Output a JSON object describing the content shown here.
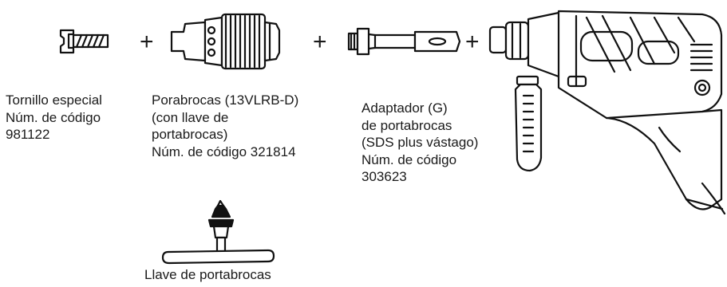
{
  "items": {
    "screw": {
      "name": "Tornillo especial",
      "code_label": "Núm. de código",
      "code": "981122"
    },
    "chuck": {
      "name": "Porabrocas (13VLRB-D)",
      "line2": "(con llave de",
      "line3": "portabrocas)",
      "code_line": "Núm. de código 321814"
    },
    "adapter": {
      "name": "Adaptador (G)",
      "line2": "de portabrocas",
      "line3": "(SDS plus vástago)",
      "code_label": "Núm. de código",
      "code": "303623"
    },
    "key": {
      "name": "Llave de portabrocas"
    }
  },
  "plus_sign": "+"
}
